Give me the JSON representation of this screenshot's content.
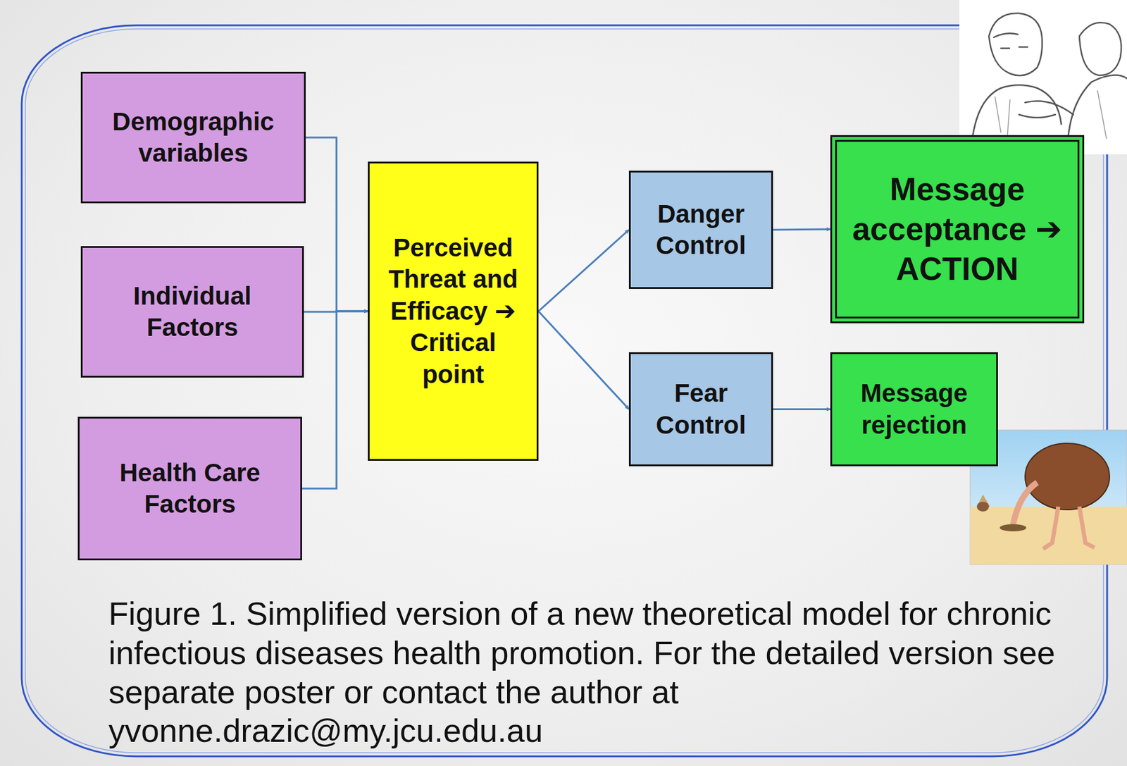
{
  "diagram": {
    "caption": "Figure 1. Simplified version of a new theoretical model for chronic infectious diseases health promotion. For the detailed version see separate poster or contact the author at yvonne.drazic@my.jcu.edu.au",
    "nodes": [
      {
        "text": [
          "Demographic variables"
        ]
      },
      {
        "text": [
          "Individual Factors"
        ]
      },
      {
        "text": [
          "Health Care Factors"
        ]
      },
      {
        "text": [
          "Perceived Threat and Efficacy ➔ Critical point"
        ]
      },
      {
        "text": [
          "Danger Control"
        ]
      },
      {
        "text": [
          "Fear Control"
        ]
      },
      {
        "text": [
          "Message acceptance ➔ ACTION"
        ]
      },
      {
        "text": [
          "Message rejection"
        ]
      }
    ],
    "edges": [
      {
        "from": 0,
        "to": 3,
        "arrow": "to"
      },
      {
        "from": 1,
        "to": 3,
        "arrow": "to"
      },
      {
        "from": 2,
        "to": 3,
        "arrow": "to"
      },
      {
        "from": 3,
        "to": 4,
        "arrow": "to"
      },
      {
        "from": 3,
        "to": 5,
        "arrow": "to"
      },
      {
        "from": 4,
        "to": 6,
        "arrow": "to"
      },
      {
        "from": 5,
        "to": 7,
        "arrow": "to"
      }
    ]
  }
}
